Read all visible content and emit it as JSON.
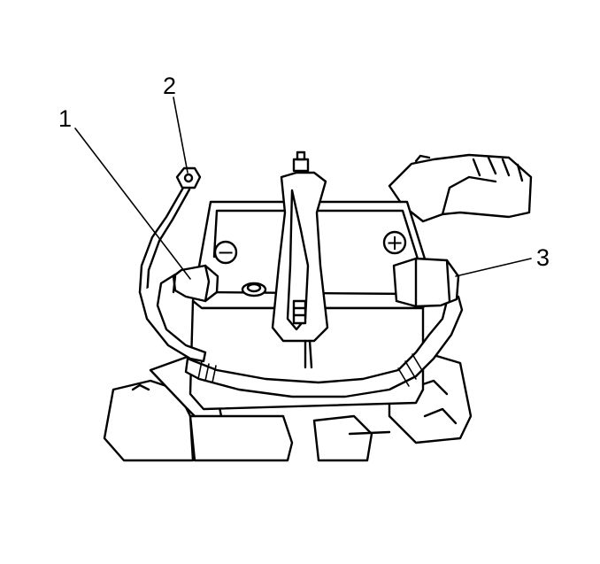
{
  "callouts": [
    {
      "id": "1",
      "label": "1"
    },
    {
      "id": "2",
      "label": "2"
    },
    {
      "id": "3",
      "label": "3"
    }
  ],
  "terminal_symbols": {
    "negative": "−",
    "positive": "+"
  }
}
